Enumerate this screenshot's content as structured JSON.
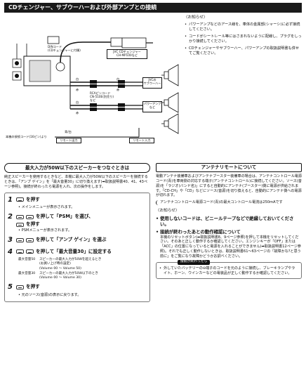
{
  "header": {
    "title": "CDチェンジャー、サブウーハーおよび外部アンプとの接続"
  },
  "diagram": {
    "din_cord": "DINコード",
    "din_cord_note": "(CDチェンジャーに付属)",
    "changer_box": "JVC CDチェンジャー",
    "changer_model": "CH-MP100など",
    "color_white": "白",
    "color_red": "赤",
    "rca_cord": "RCAピンコード",
    "rca_model": "CN-510E(別売り)",
    "rca_extra": "など",
    "subwoofer_box": "JVCの",
    "subwoofer_box2": "サブウーハー",
    "power_amp_box": "パワーアンプ",
    "power_amp_extra": "など",
    "connection_cord": "本機の接続コード(16ピン)より",
    "blue_white": "青/白",
    "remote_out": "リモート出力",
    "remote_in": "リモート入力"
  },
  "notes": {
    "title": "〈お知らせ〉",
    "items": [
      "パワーアンプなどのアース線を、車体の金属部(シャーシ)に必ず接続してください。",
      "コードがシートレール等にはさまれないように配線し、プラグをしっかり接続してください。",
      "CDチェンジャーやサブウーハー、パワーアンプの取扱説明書も併せてご覧ください。"
    ]
  },
  "left": {
    "title": "最大入力が50W以下のスピーカーをつなぐときは",
    "intro": "純正スピーカーを使用するときなど、本機に最大入力が50W以下のスピーカーを接続するときは、「アンプ ゲイン」を「最大音量30」に切り換えます(➡取扱説明書40、41、43ページ参照)。接続が終わったら電源を入れ、次の操作をします。",
    "step1": {
      "num": "1",
      "text": "を押す",
      "sub": "メインメニューが表示されます。"
    },
    "step2": {
      "num": "2",
      "text": "を押して「PSM」を選び、",
      "text2": "を押す",
      "sub": "PSMメニューが表示されます。"
    },
    "step3": {
      "num": "3",
      "text": "を押して「アンプ ゲイン」を選ぶ"
    },
    "step4": {
      "num": "4",
      "text": "を押して「最大音量30」に設定する"
    },
    "vol": {
      "v50_label": "最大音量50",
      "v50_line1": "スピーカーの最大入力が50Wを超えるとき",
      "v50_line2": "(お買い上げ時の設定)",
      "v50_line3": "(Volume 00 〜 Volume 50)",
      "v30_label": "最大音量30",
      "v30_line1": "スピーカーの最大入力が50W以下のとき",
      "v30_line2": "(Volume 00 〜 Volume 30)"
    },
    "step5": {
      "num": "5",
      "text": "を押す",
      "sub": "元のソース(音源)の表示に戻ります。"
    }
  },
  "right": {
    "title": "アンテナリモートについて",
    "para1": "電動アンテナ装備車およびアンテナブースター装備車の場合は、アンテナコントロール電源コード(青)を車両側の対応する端子(アンテナコントロール)に接続してください。ソース(音源)を「ラジオ(バンド名)」にすると自動的にアンテナ(ブースター)側に電源が供給されます。「CD-CH」や「CD」などにソース(音源)を切り換えると、自動的にアンテナ側への電源が切れます。",
    "bracket": "アンテナコントロール電源コード(青)の最大コントロール電流は250mAです",
    "caution_title": "〈お知らせ〉",
    "bullet1_head": "使用しないコードは、ビニールテープなどで絶縁しておいてください。",
    "bullet2_head": "接続が終わったあとの動作確認について",
    "bullet2_text": "本機のリセットボタン(➡取扱説明書8、9ページ参照)を押して本機をリセットしてください。そのあと正しく動作するか確認してください。エンジンキーが「OFF」または「ACC」の位置になっていると電源を入れることができません(➡取扱説明書12ページ参照)。それでも正しく動作しないときは、取扱説明書61〜63ページの「故障かな?と思う前に」をご覧になり故障かどうかお調べください。",
    "badge": "接続が終わったら",
    "badge_item": "外していたバッテリーの⊖端子のコードを元のように接続し、ブレーキランプやライト、ホーン、ウインカーなどの電装品が正しく動作するか確認してください。"
  }
}
